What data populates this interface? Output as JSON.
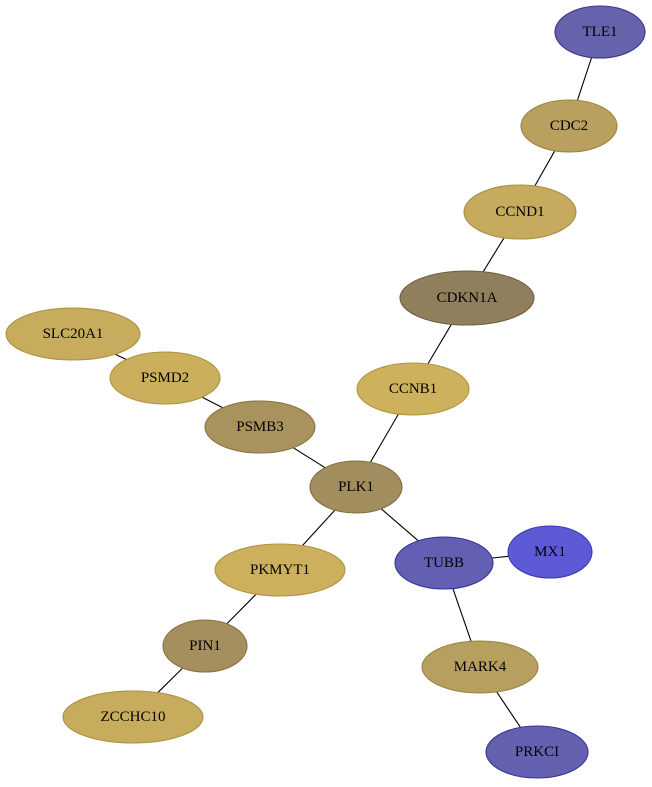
{
  "nodes": [
    {
      "id": "TLE1",
      "label": "TLE1",
      "fill": "#6563ab",
      "stroke": "#37358f"
    },
    {
      "id": "CDC2",
      "label": "CDC2",
      "fill": "#b9a05e",
      "stroke": "#9c8540"
    },
    {
      "id": "CCND1",
      "label": "CCND1",
      "fill": "#c6ab5e",
      "stroke": "#a89040"
    },
    {
      "id": "CDKN1A",
      "label": "CDKN1A",
      "fill": "#8f7f5d",
      "stroke": "#6f6041"
    },
    {
      "id": "SLC20A1",
      "label": "SLC20A1",
      "fill": "#c7ac5e",
      "stroke": "#a99140"
    },
    {
      "id": "PSMD2",
      "label": "PSMD2",
      "fill": "#cbaf5d",
      "stroke": "#ad933f"
    },
    {
      "id": "CCNB1",
      "label": "CCNB1",
      "fill": "#ceb15d",
      "stroke": "#b0953f"
    },
    {
      "id": "PSMB3",
      "label": "PSMB3",
      "fill": "#a8925e",
      "stroke": "#8a7540"
    },
    {
      "id": "PLK1",
      "label": "PLK1",
      "fill": "#a18d5e",
      "stroke": "#837040"
    },
    {
      "id": "TUBB",
      "label": "TUBB",
      "fill": "#6360b4",
      "stroke": "#35329a"
    },
    {
      "id": "MX1",
      "label": "MX1",
      "fill": "#5c5ad4",
      "stroke": "#3a38b8"
    },
    {
      "id": "PKMYT1",
      "label": "PKMYT1",
      "fill": "#cdb05d",
      "stroke": "#af943f"
    },
    {
      "id": "PIN1",
      "label": "PIN1",
      "fill": "#a58f5e",
      "stroke": "#877240"
    },
    {
      "id": "MARK4",
      "label": "MARK4",
      "fill": "#b7a05f",
      "stroke": "#998441"
    },
    {
      "id": "ZCCHC10",
      "label": "ZCCHC10",
      "fill": "#c8ac5e",
      "stroke": "#aa9140"
    },
    {
      "id": "PRKCI",
      "label": "PRKCI",
      "fill": "#6461b0",
      "stroke": "#363395"
    }
  ],
  "edges": [
    [
      "TLE1",
      "CDC2"
    ],
    [
      "CDC2",
      "CCND1"
    ],
    [
      "CCND1",
      "CDKN1A"
    ],
    [
      "CDKN1A",
      "CCNB1"
    ],
    [
      "CCNB1",
      "PLK1"
    ],
    [
      "SLC20A1",
      "PSMD2"
    ],
    [
      "PSMD2",
      "PSMB3"
    ],
    [
      "PSMB3",
      "PLK1"
    ],
    [
      "PLK1",
      "PKMYT1"
    ],
    [
      "PLK1",
      "TUBB"
    ],
    [
      "TUBB",
      "MX1"
    ],
    [
      "TUBB",
      "MARK4"
    ],
    [
      "PKMYT1",
      "PIN1"
    ],
    [
      "PIN1",
      "ZCCHC10"
    ],
    [
      "MARK4",
      "PRKCI"
    ]
  ]
}
